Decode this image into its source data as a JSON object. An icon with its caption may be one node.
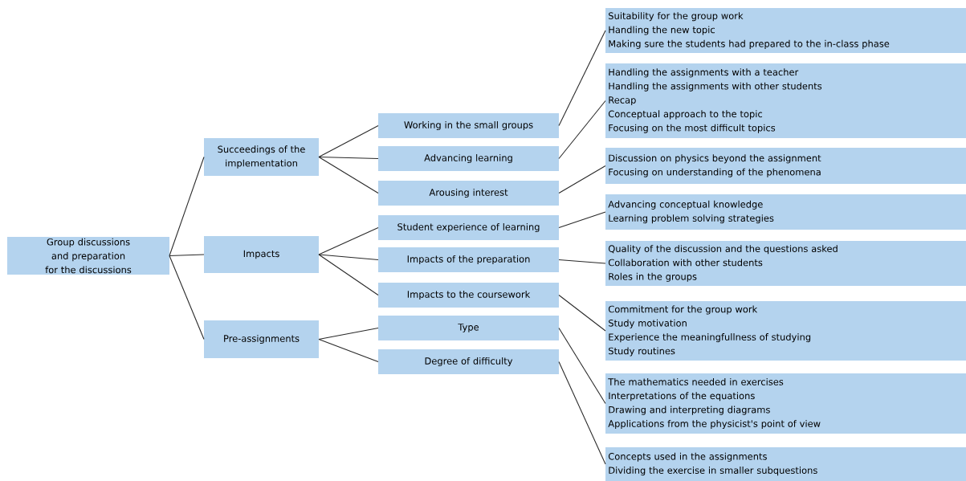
{
  "diagram": {
    "nodes": [
      {
        "text": [
          "Group discussions and preparation for the discussions"
        ]
      },
      {
        "text": [
          "Succeedings of the implementation"
        ]
      },
      {
        "text": [
          "Impacts"
        ]
      },
      {
        "text": [
          "Pre-assignments"
        ]
      },
      {
        "text": [
          "Working in the small groups"
        ]
      },
      {
        "text": [
          "Advancing learning"
        ]
      },
      {
        "text": [
          "Arousing interest"
        ]
      },
      {
        "text": [
          "Student experience of learning"
        ]
      },
      {
        "text": [
          "Impacts of the preparation"
        ]
      },
      {
        "text": [
          "Impacts to the coursework"
        ]
      },
      {
        "text": [
          "Type"
        ]
      },
      {
        "text": [
          "Degree of difficulty"
        ]
      },
      {
        "text": [
          "Suitability for the group work",
          "Handling the new topic",
          "Making sure the students had prepared to the in-class phase"
        ]
      },
      {
        "text": [
          "Handling the assignments with a teacher",
          "Handling the assignments with other students",
          "Recap",
          "Conceptual approach to the topic",
          "Focusing on the most difficult topics"
        ]
      },
      {
        "text": [
          "Discussion on physics beyond the assignment",
          "Focusing on understanding of the phenomena"
        ]
      },
      {
        "text": [
          "Advancing conceptual knowledge",
          "Learning problem solving strategies"
        ]
      },
      {
        "text": [
          "Quality of the discussion and the questions asked",
          "Collaboration with other students",
          "Roles in the groups"
        ]
      },
      {
        "text": [
          "Commitment for the group work",
          "Study motivation",
          "Experience the meaningfullness of studying",
          "Study routines"
        ]
      },
      {
        "text": [
          "The mathematics needed in exercises",
          "Interpretations of the equations",
          "Drawing and interpreting diagrams",
          "Applications from the physicist's point of view"
        ]
      },
      {
        "text": [
          "Concepts used in the assignments",
          "Dividing the exercise in smaller subquestions"
        ]
      }
    ],
    "edges": [
      {
        "from": 0,
        "to": 1,
        "arrow": "none"
      },
      {
        "from": 0,
        "to": 2,
        "arrow": "none"
      },
      {
        "from": 0,
        "to": 3,
        "arrow": "none"
      },
      {
        "from": 1,
        "to": 4,
        "arrow": "none"
      },
      {
        "from": 1,
        "to": 5,
        "arrow": "none"
      },
      {
        "from": 1,
        "to": 6,
        "arrow": "none"
      },
      {
        "from": 2,
        "to": 7,
        "arrow": "none"
      },
      {
        "from": 2,
        "to": 8,
        "arrow": "none"
      },
      {
        "from": 2,
        "to": 9,
        "arrow": "none"
      },
      {
        "from": 3,
        "to": 10,
        "arrow": "none"
      },
      {
        "from": 3,
        "to": 11,
        "arrow": "none"
      },
      {
        "from": 4,
        "to": 12,
        "arrow": "none"
      },
      {
        "from": 5,
        "to": 13,
        "arrow": "none"
      },
      {
        "from": 6,
        "to": 14,
        "arrow": "none"
      },
      {
        "from": 7,
        "to": 15,
        "arrow": "none"
      },
      {
        "from": 8,
        "to": 16,
        "arrow": "none"
      },
      {
        "from": 9,
        "to": 17,
        "arrow": "none"
      },
      {
        "from": 10,
        "to": 18,
        "arrow": "none"
      },
      {
        "from": 11,
        "to": 19,
        "arrow": "none"
      }
    ]
  }
}
